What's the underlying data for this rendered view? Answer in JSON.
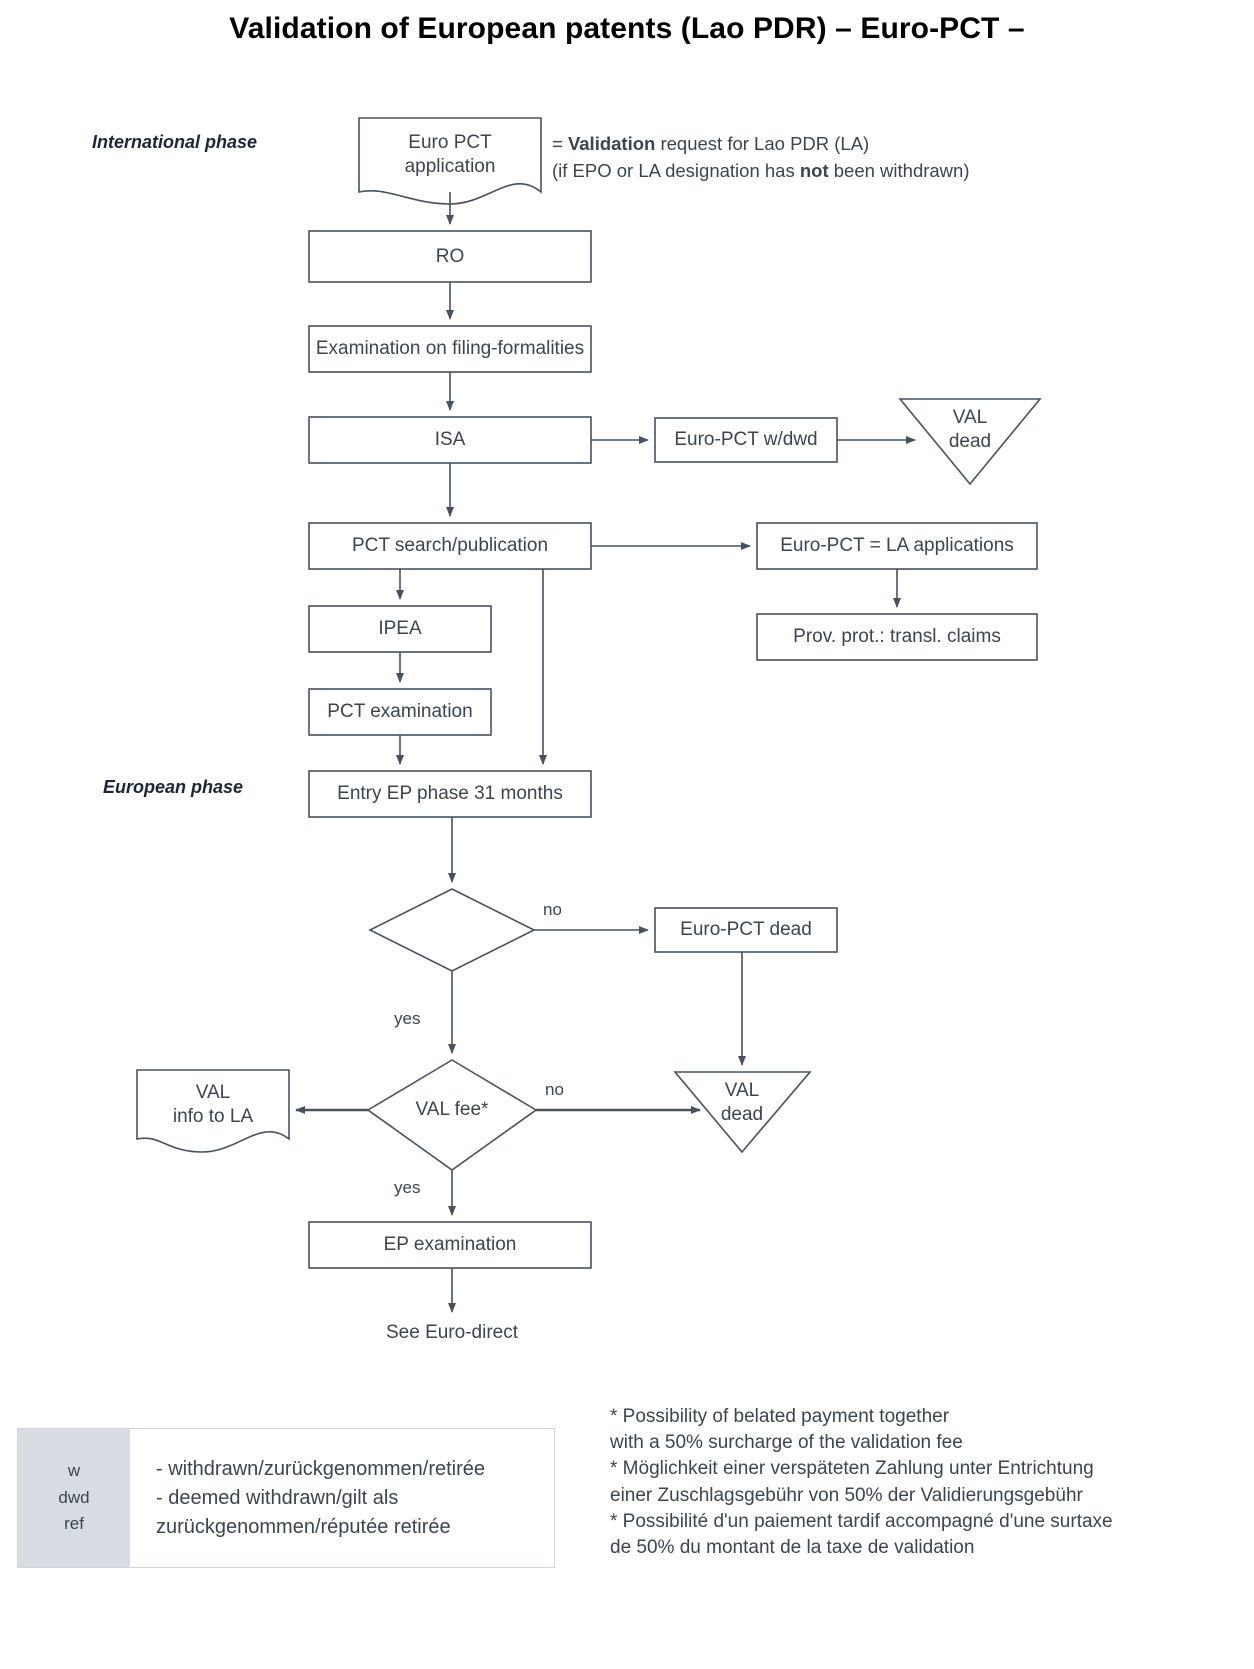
{
  "page": {
    "title": "Validation of European patents (Lao PDR) – Euro-PCT –"
  },
  "phases": {
    "international": "International phase",
    "european": "European phase"
  },
  "annotation": {
    "line1_prefix": "= ",
    "line1_bold": "Validation",
    "line1_suffix": " request for Lao PDR (LA)",
    "line2_prefix": "(if EPO or LA designation has ",
    "line2_bold": "not",
    "line2_suffix": " been withdrawn)"
  },
  "nodes": {
    "euro_pct_application": "Euro PCT\napplication",
    "ro": "RO",
    "examination_filing_formalities": "Examination on filing-formalities",
    "isa": "ISA",
    "euro_pct_wdwd": "Euro-PCT w/dwd",
    "val_dead_top": "VAL\ndead",
    "pct_search_publication": "PCT search/publication",
    "euro_pct_la_applications": "Euro-PCT = LA applications",
    "prov_prot_transl_claims": "Prov. prot.: transl. claims",
    "ipea": "IPEA",
    "pct_examination": "PCT examination",
    "entry_ep_phase": "Entry EP phase 31 months",
    "decision_blank": "",
    "euro_pct_dead": "Euro-PCT dead",
    "val_fee": "VAL fee*",
    "val_info_to_la": "VAL\ninfo to LA",
    "val_dead_bottom": "VAL\ndead",
    "ep_examination": "EP examination",
    "see_euro_direct": "See Euro-direct"
  },
  "edge_labels": {
    "decision_no": "no",
    "decision_yes": "yes",
    "valfee_no": "no",
    "valfee_yes": "yes"
  },
  "legend": {
    "keys": [
      "w",
      "dwd",
      "ref"
    ],
    "definitions": [
      "- withdrawn/zurückgenommen/retirée",
      "- deemed withdrawn/gilt als",
      "zurückgenommen/réputée retirée"
    ]
  },
  "footnotes": [
    "* Possibility of belated payment together",
    "with a 50% surcharge of the validation fee",
    "* Möglichkeit einer verspäteten Zahlung unter Entrichtung",
    "einer Zuschlagsgebühr von 50% der Validierungsgebühr",
    "* Possibilité d'un paiement tardif accompagné d'une surtaxe",
    "de 50% du montant de la taxe de validation"
  ],
  "colors": {
    "stroke": "#47525e",
    "text": "#3b4550",
    "legend_key_bg": "#d7dde3",
    "legend_border": "#cfd6de",
    "background": "#ffffff"
  }
}
